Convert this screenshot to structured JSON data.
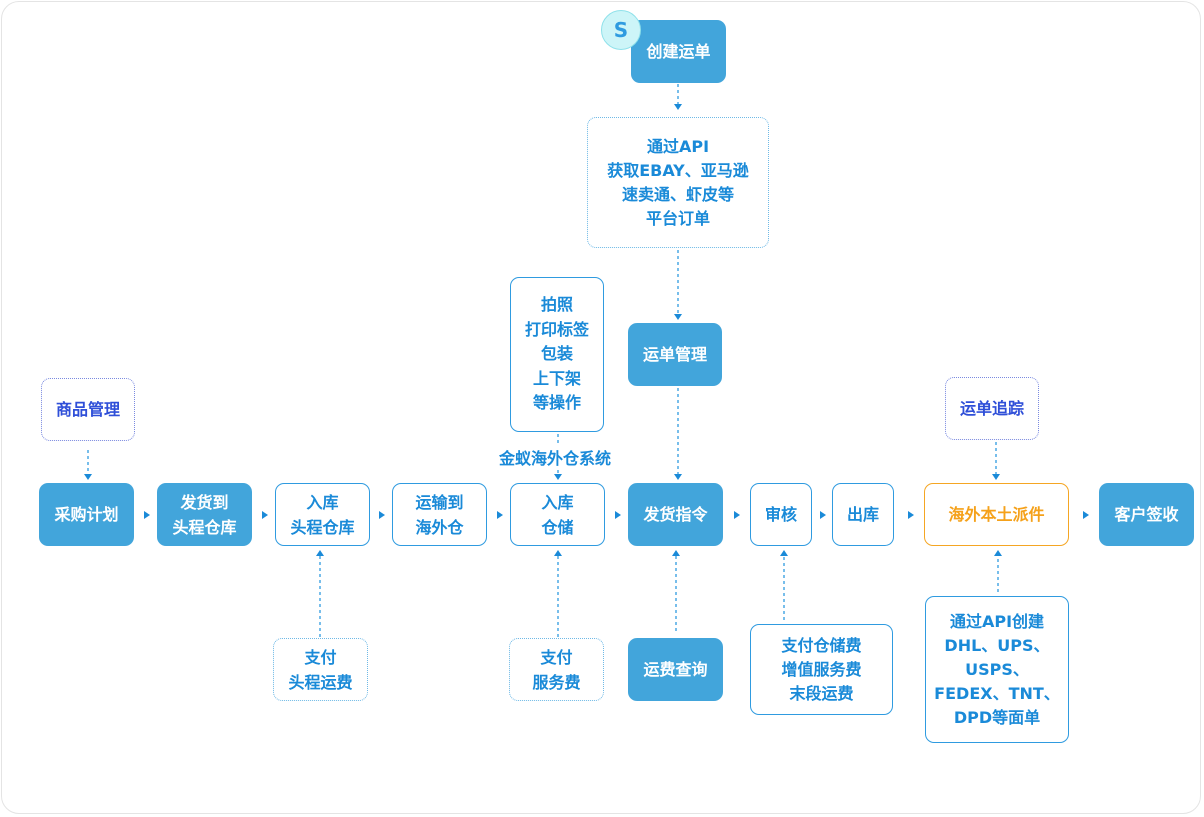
{
  "diagram": {
    "title": "金蚁海外仓系统",
    "start_badge": "S",
    "top": {
      "create_waybill": "创建运单",
      "api_orders": "通过API\n获取EBAY、亚马逊\n速卖通、虾皮等\n平台订单",
      "waybill_management": "运单管理",
      "warehouse_ops": "拍照\n打印标签\n包装\n上下架\n等操作",
      "product_management": "商品管理",
      "waybill_tracking": "运单追踪"
    },
    "main_flow": [
      {
        "id": "purchase-plan",
        "label": "采购计划",
        "style": "solid"
      },
      {
        "id": "ship-to-first-leg",
        "label": "发货到\n头程仓库",
        "style": "solid"
      },
      {
        "id": "inbound-first-leg",
        "label": "入库\n头程仓库",
        "style": "outline"
      },
      {
        "id": "transport-overseas",
        "label": "运输到\n海外仓",
        "style": "outline"
      },
      {
        "id": "inbound-storage",
        "label": "入库\n仓储",
        "style": "outline"
      },
      {
        "id": "shipping-instruction",
        "label": "发货指令",
        "style": "solid"
      },
      {
        "id": "review",
        "label": "审核",
        "style": "outline"
      },
      {
        "id": "outbound",
        "label": "出库",
        "style": "outline"
      },
      {
        "id": "local-delivery",
        "label": "海外本土派件",
        "style": "orange"
      },
      {
        "id": "customer-signoff",
        "label": "客户签收",
        "style": "solid"
      }
    ],
    "bottom": {
      "pay_first_leg": "支付\n头程运费",
      "pay_service": "支付\n服务费",
      "freight_query": "运费查询",
      "pay_fees": "支付仓储费\n增值服务费\n末段运费",
      "carrier_labels": "通过API创建\nDHL、UPS、\nUSPS、\nFEDEX、TNT、\nDPD等面单"
    },
    "colors": {
      "primary": "#42a5db",
      "accent_text": "#1a8ad8",
      "indigo_text": "#2f4fd8",
      "orange": "#f5a623"
    }
  }
}
